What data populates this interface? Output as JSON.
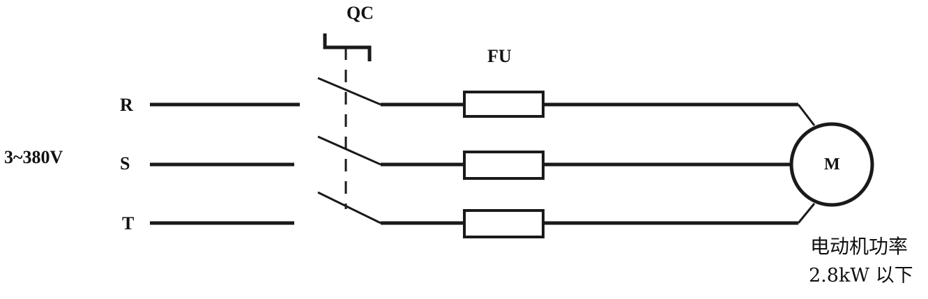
{
  "labels": {
    "supply": "3~380V",
    "phase_r": "R",
    "phase_s": "S",
    "phase_t": "T",
    "switch": "QC",
    "fuse": "FU",
    "motor": "M",
    "note_line1": "电动机功率",
    "note_line2": "2.8kW 以下"
  },
  "colors": {
    "stroke": "#1a1a1a",
    "background": "#ffffff"
  }
}
